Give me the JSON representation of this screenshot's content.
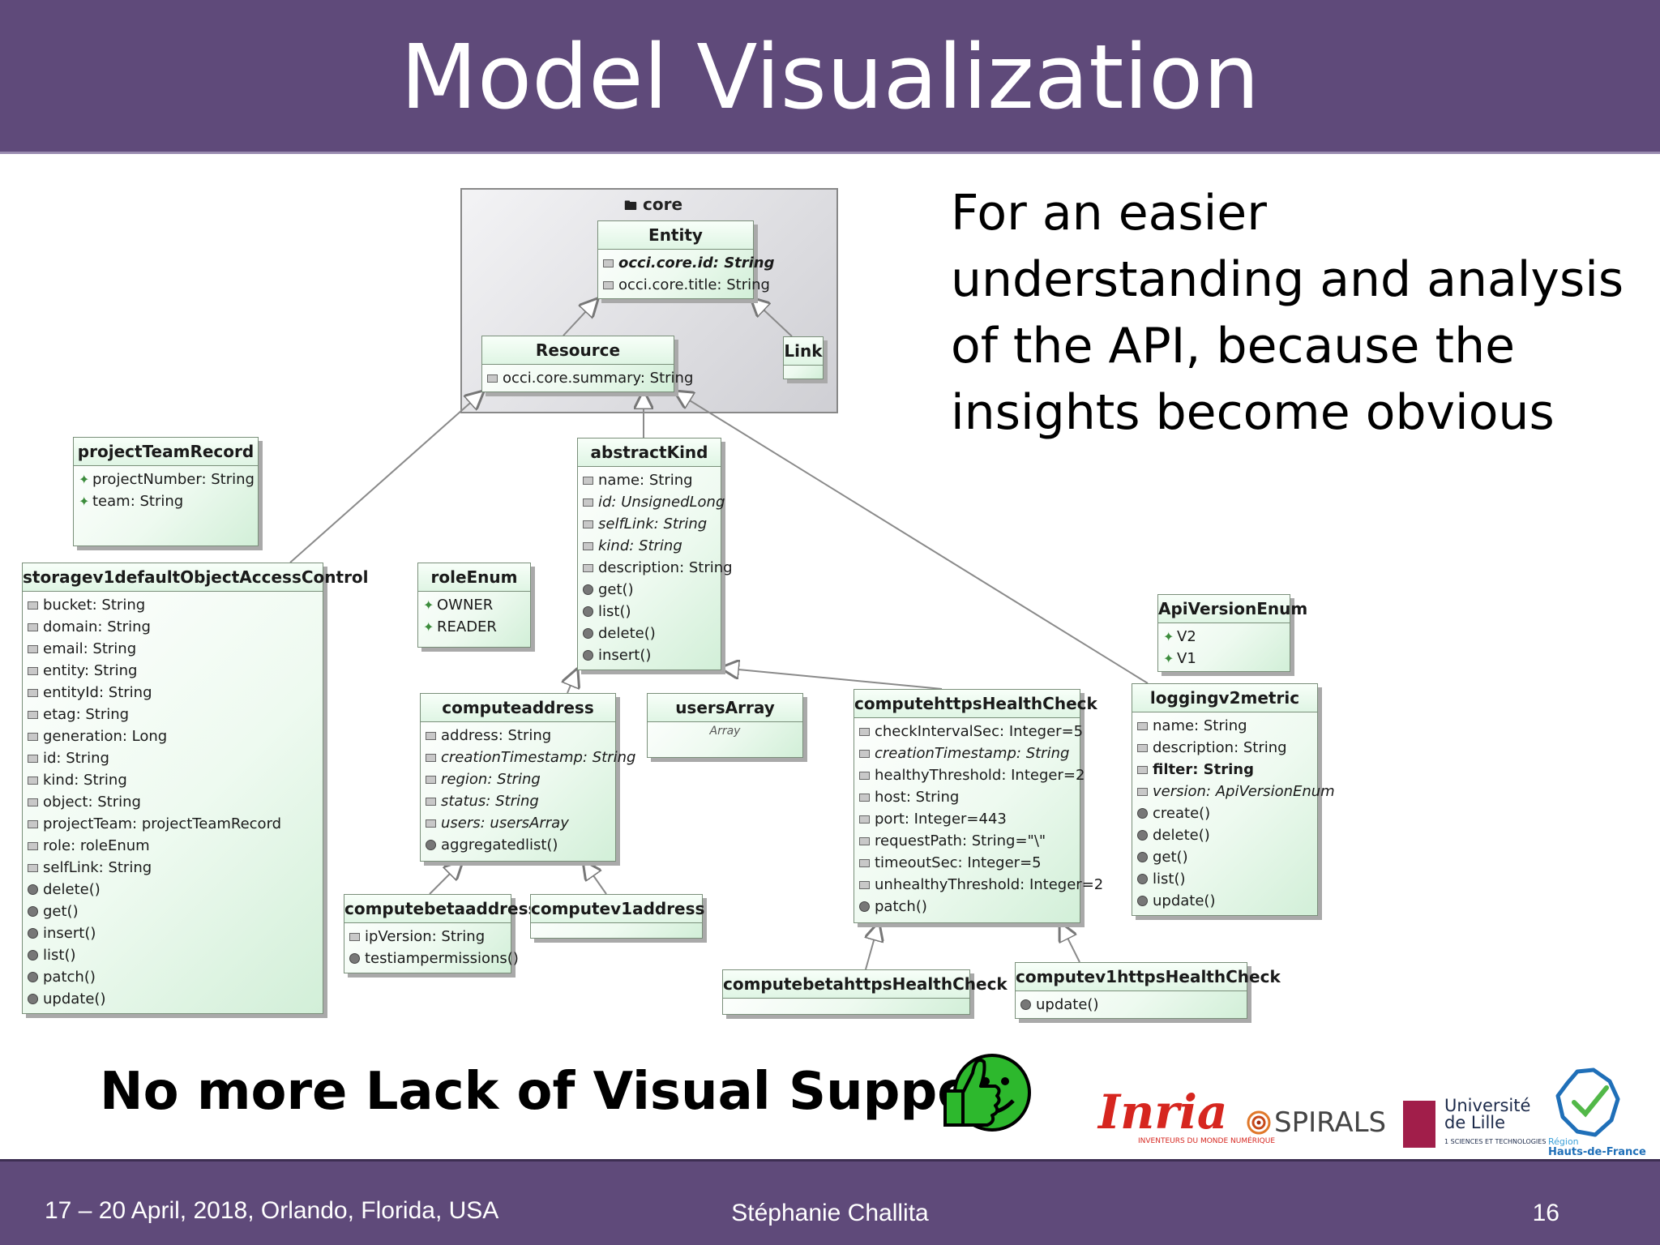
{
  "slide": {
    "title": "Model Visualization",
    "description": "For an easier understanding and analysis of the API, because the insights become obvious",
    "tagline": "No more Lack of Visual Support"
  },
  "footer": {
    "date_location": "17 – 20 April, 2018, Orlando, Florida, USA",
    "author": "Stéphanie Challita",
    "page_number": "16"
  },
  "diagram": {
    "package_name": "core",
    "classes": {
      "entity": {
        "name": "Entity",
        "attrs": [
          {
            "text": "occi.core.id: String",
            "kind": "attr",
            "style": "bi"
          },
          {
            "text": "occi.core.title: String",
            "kind": "attr",
            "style": ""
          }
        ]
      },
      "resource": {
        "name": "Resource",
        "attrs": [
          {
            "text": "occi.core.summary: String",
            "kind": "attr",
            "style": ""
          }
        ]
      },
      "link": {
        "name": "Link",
        "attrs": []
      },
      "projectTeamRecord": {
        "name": "projectTeamRecord",
        "attrs": [
          {
            "text": "projectNumber: String",
            "kind": "lit",
            "style": ""
          },
          {
            "text": "team: String",
            "kind": "lit",
            "style": ""
          }
        ]
      },
      "abstractKind": {
        "name": "abstractKind",
        "attrs": [
          {
            "text": "name: String",
            "kind": "attr",
            "style": ""
          },
          {
            "text": "id: UnsignedLong",
            "kind": "attr",
            "style": "it"
          },
          {
            "text": "selfLink: String",
            "kind": "attr",
            "style": "it"
          },
          {
            "text": "kind: String",
            "kind": "attr",
            "style": "it"
          },
          {
            "text": "description: String",
            "kind": "attr",
            "style": ""
          },
          {
            "text": "get()",
            "kind": "op",
            "style": ""
          },
          {
            "text": "list()",
            "kind": "op",
            "style": ""
          },
          {
            "text": "delete()",
            "kind": "op",
            "style": ""
          },
          {
            "text": "insert()",
            "kind": "op",
            "style": ""
          }
        ]
      },
      "storage": {
        "name": "storagev1defaultObjectAccessControl",
        "attrs": [
          {
            "text": "bucket: String",
            "kind": "attr",
            "style": ""
          },
          {
            "text": "domain: String",
            "kind": "attr",
            "style": ""
          },
          {
            "text": "email: String",
            "kind": "attr",
            "style": ""
          },
          {
            "text": "entity: String",
            "kind": "attr",
            "style": ""
          },
          {
            "text": "entityId: String",
            "kind": "attr",
            "style": ""
          },
          {
            "text": "etag: String",
            "kind": "attr",
            "style": ""
          },
          {
            "text": "generation: Long",
            "kind": "attr",
            "style": ""
          },
          {
            "text": "id: String",
            "kind": "attr",
            "style": ""
          },
          {
            "text": "kind: String",
            "kind": "attr",
            "style": ""
          },
          {
            "text": "object: String",
            "kind": "attr",
            "style": ""
          },
          {
            "text": "projectTeam: projectTeamRecord",
            "kind": "attr",
            "style": ""
          },
          {
            "text": "role: roleEnum",
            "kind": "attr",
            "style": ""
          },
          {
            "text": "selfLink: String",
            "kind": "attr",
            "style": ""
          },
          {
            "text": "delete()",
            "kind": "op",
            "style": ""
          },
          {
            "text": "get()",
            "kind": "op",
            "style": ""
          },
          {
            "text": "insert()",
            "kind": "op",
            "style": ""
          },
          {
            "text": "list()",
            "kind": "op",
            "style": ""
          },
          {
            "text": "patch()",
            "kind": "op",
            "style": ""
          },
          {
            "text": "update()",
            "kind": "op",
            "style": ""
          }
        ]
      },
      "roleEnum": {
        "name": "roleEnum",
        "attrs": [
          {
            "text": "OWNER",
            "kind": "lit",
            "style": ""
          },
          {
            "text": "READER",
            "kind": "lit",
            "style": ""
          }
        ]
      },
      "apiVersionEnum": {
        "name": "ApiVersionEnum",
        "attrs": [
          {
            "text": "V2",
            "kind": "lit",
            "style": ""
          },
          {
            "text": "V1",
            "kind": "lit",
            "style": ""
          }
        ]
      },
      "computeaddress": {
        "name": "computeaddress",
        "attrs": [
          {
            "text": "address: String",
            "kind": "attr",
            "style": ""
          },
          {
            "text": "creationTimestamp: String",
            "kind": "attr",
            "style": "it"
          },
          {
            "text": "region: String",
            "kind": "attr",
            "style": "it"
          },
          {
            "text": "status: String",
            "kind": "attr",
            "style": "it"
          },
          {
            "text": "users: usersArray",
            "kind": "attr",
            "style": "it"
          },
          {
            "text": "aggregatedlist()",
            "kind": "op",
            "style": ""
          }
        ]
      },
      "usersArray": {
        "name": "usersArray",
        "subtitle": "Array",
        "attrs": []
      },
      "computehttps": {
        "name": "computehttpsHealthCheck",
        "attrs": [
          {
            "text": "checkIntervalSec: Integer=5",
            "kind": "attr",
            "style": ""
          },
          {
            "text": "creationTimestamp: String",
            "kind": "attr",
            "style": "it"
          },
          {
            "text": "healthyThreshold: Integer=2",
            "kind": "attr",
            "style": ""
          },
          {
            "text": "host: String",
            "kind": "attr",
            "style": ""
          },
          {
            "text": "port: Integer=443",
            "kind": "attr",
            "style": ""
          },
          {
            "text": "requestPath: String=\"\\\"",
            "kind": "attr",
            "style": ""
          },
          {
            "text": "timeoutSec: Integer=5",
            "kind": "attr",
            "style": ""
          },
          {
            "text": "unhealthyThreshold: Integer=2",
            "kind": "attr",
            "style": ""
          },
          {
            "text": "patch()",
            "kind": "op",
            "style": ""
          }
        ]
      },
      "loggingv2metric": {
        "name": "loggingv2metric",
        "attrs": [
          {
            "text": "name: String",
            "kind": "attr",
            "style": ""
          },
          {
            "text": "description: String",
            "kind": "attr",
            "style": ""
          },
          {
            "text": "filter: String",
            "kind": "attr",
            "style": "b"
          },
          {
            "text": "version: ApiVersionEnum",
            "kind": "attr",
            "style": "it"
          },
          {
            "text": "create()",
            "kind": "op",
            "style": ""
          },
          {
            "text": "delete()",
            "kind": "op",
            "style": ""
          },
          {
            "text": "get()",
            "kind": "op",
            "style": ""
          },
          {
            "text": "list()",
            "kind": "op",
            "style": ""
          },
          {
            "text": "update()",
            "kind": "op",
            "style": ""
          }
        ]
      },
      "computebetaaddress": {
        "name": "computebetaaddress",
        "attrs": [
          {
            "text": "ipVersion: String",
            "kind": "attr",
            "style": ""
          },
          {
            "text": "testiampermissions()",
            "kind": "op",
            "style": ""
          }
        ]
      },
      "computev1address": {
        "name": "computev1address",
        "attrs": []
      },
      "computebetahttps": {
        "name": "computebetahttpsHealthCheck",
        "attrs": []
      },
      "computev1https": {
        "name": "computev1httpsHealthCheck",
        "attrs": [
          {
            "text": "update()",
            "kind": "op",
            "style": ""
          }
        ]
      }
    }
  },
  "logos": {
    "inria": "Inria",
    "inria_sub": "INVENTEURS DU MONDE NUMÉRIQUE",
    "spirals": "SPIRALS",
    "ulille_line1": "Université",
    "ulille_line2": "de Lille",
    "ulille_sub": "1 SCIENCES ET TECHNOLOGIES",
    "region_line1": "Région",
    "region_line2": "Hauts-de-France"
  },
  "colors": {
    "header_bg": "#5f4a7a",
    "class_fill": "#d2efd8",
    "logo_inria": "#d6261f",
    "logo_ulille": "#a11e4a"
  }
}
